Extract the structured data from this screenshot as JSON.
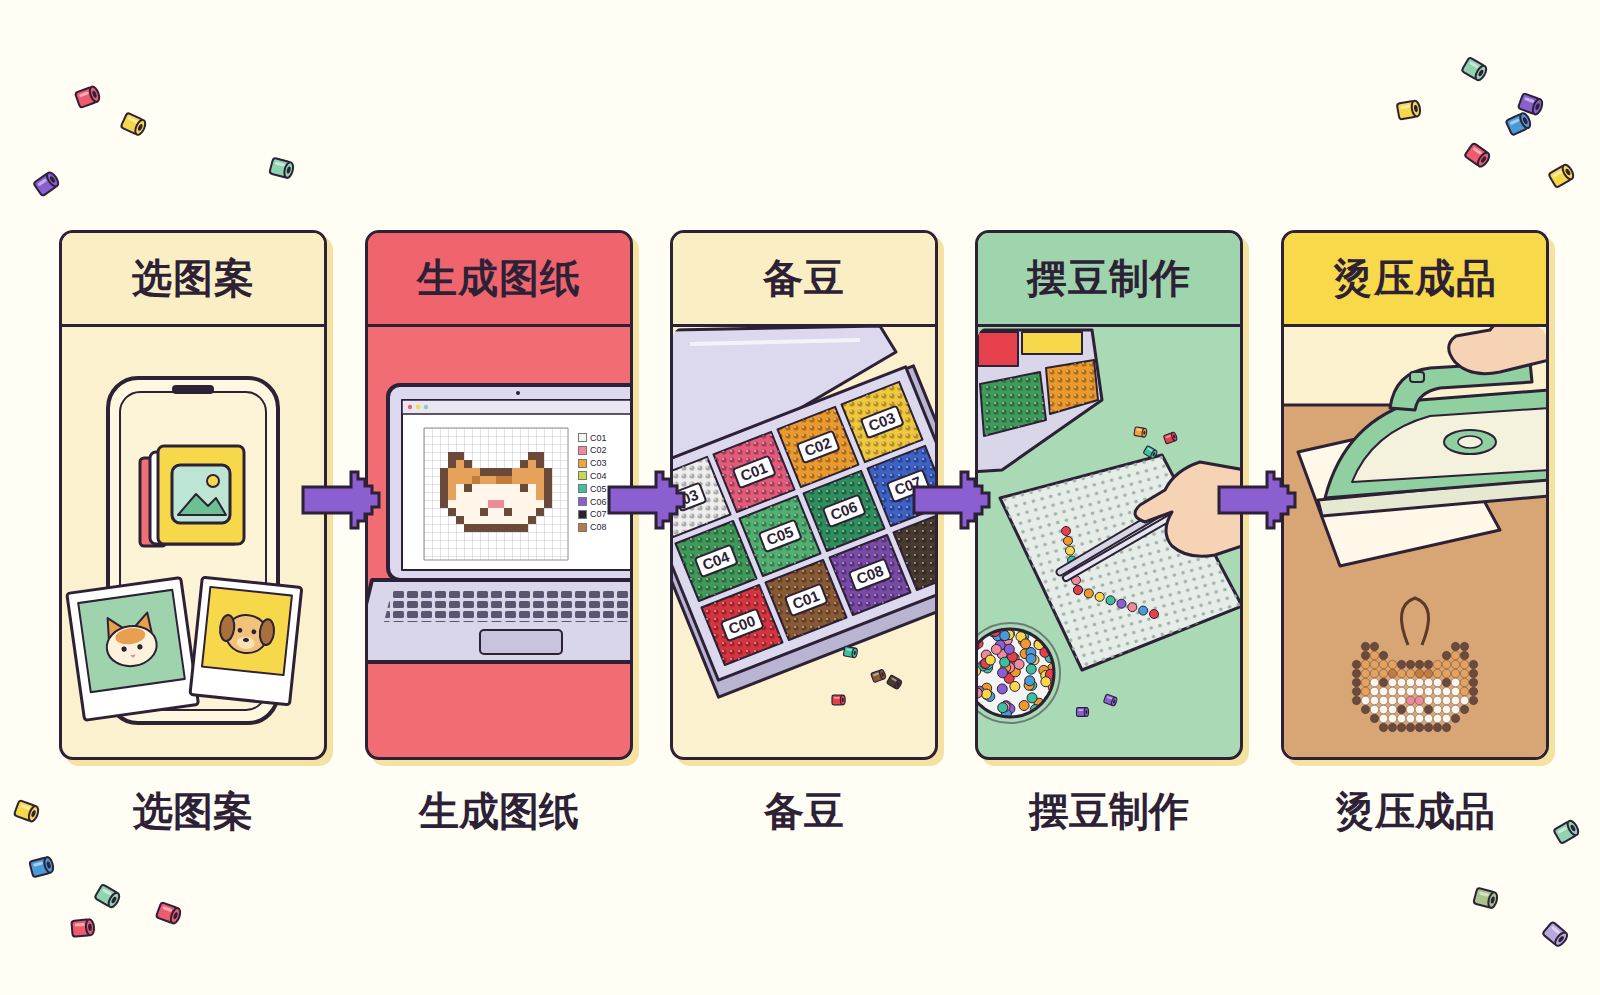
{
  "diagram": {
    "nodes": [
      {
        "text": [
          "选图案",
          "选图案"
        ]
      },
      {
        "text": [
          "生成图纸",
          "生成图纸"
        ]
      },
      {
        "text": [
          "备豆",
          "备豆"
        ]
      },
      {
        "text": [
          "摆豆制作",
          "摆豆制作"
        ]
      },
      {
        "text": [
          "烫压成品",
          "烫压成品"
        ]
      }
    ],
    "edges": [
      {
        "from": 0,
        "to": 1,
        "arrow": "to"
      },
      {
        "from": 1,
        "to": 2,
        "arrow": "to"
      },
      {
        "from": 2,
        "to": 3,
        "arrow": "to"
      },
      {
        "from": 3,
        "to": 4,
        "arrow": "to"
      }
    ],
    "labels": [
      "C03",
      "C02",
      "C01",
      "C07",
      "03",
      "C06",
      "C05",
      "C04",
      "C08",
      "C01",
      "C00"
    ],
    "legend": [
      {
        "text": "C01",
        "color": "#f4f4f4"
      },
      {
        "text": "C02",
        "color": "#f08a9a"
      },
      {
        "text": "C03",
        "color": "#f2a43a"
      },
      {
        "text": "C04",
        "color": "#c8d84a"
      },
      {
        "text": "C05",
        "color": "#3fbf9f"
      },
      {
        "text": "C06",
        "color": "#8a5fcf"
      },
      {
        "text": "C07",
        "color": "#2d2136"
      },
      {
        "text": "C08",
        "color": "#b07a4a"
      }
    ]
  }
}
